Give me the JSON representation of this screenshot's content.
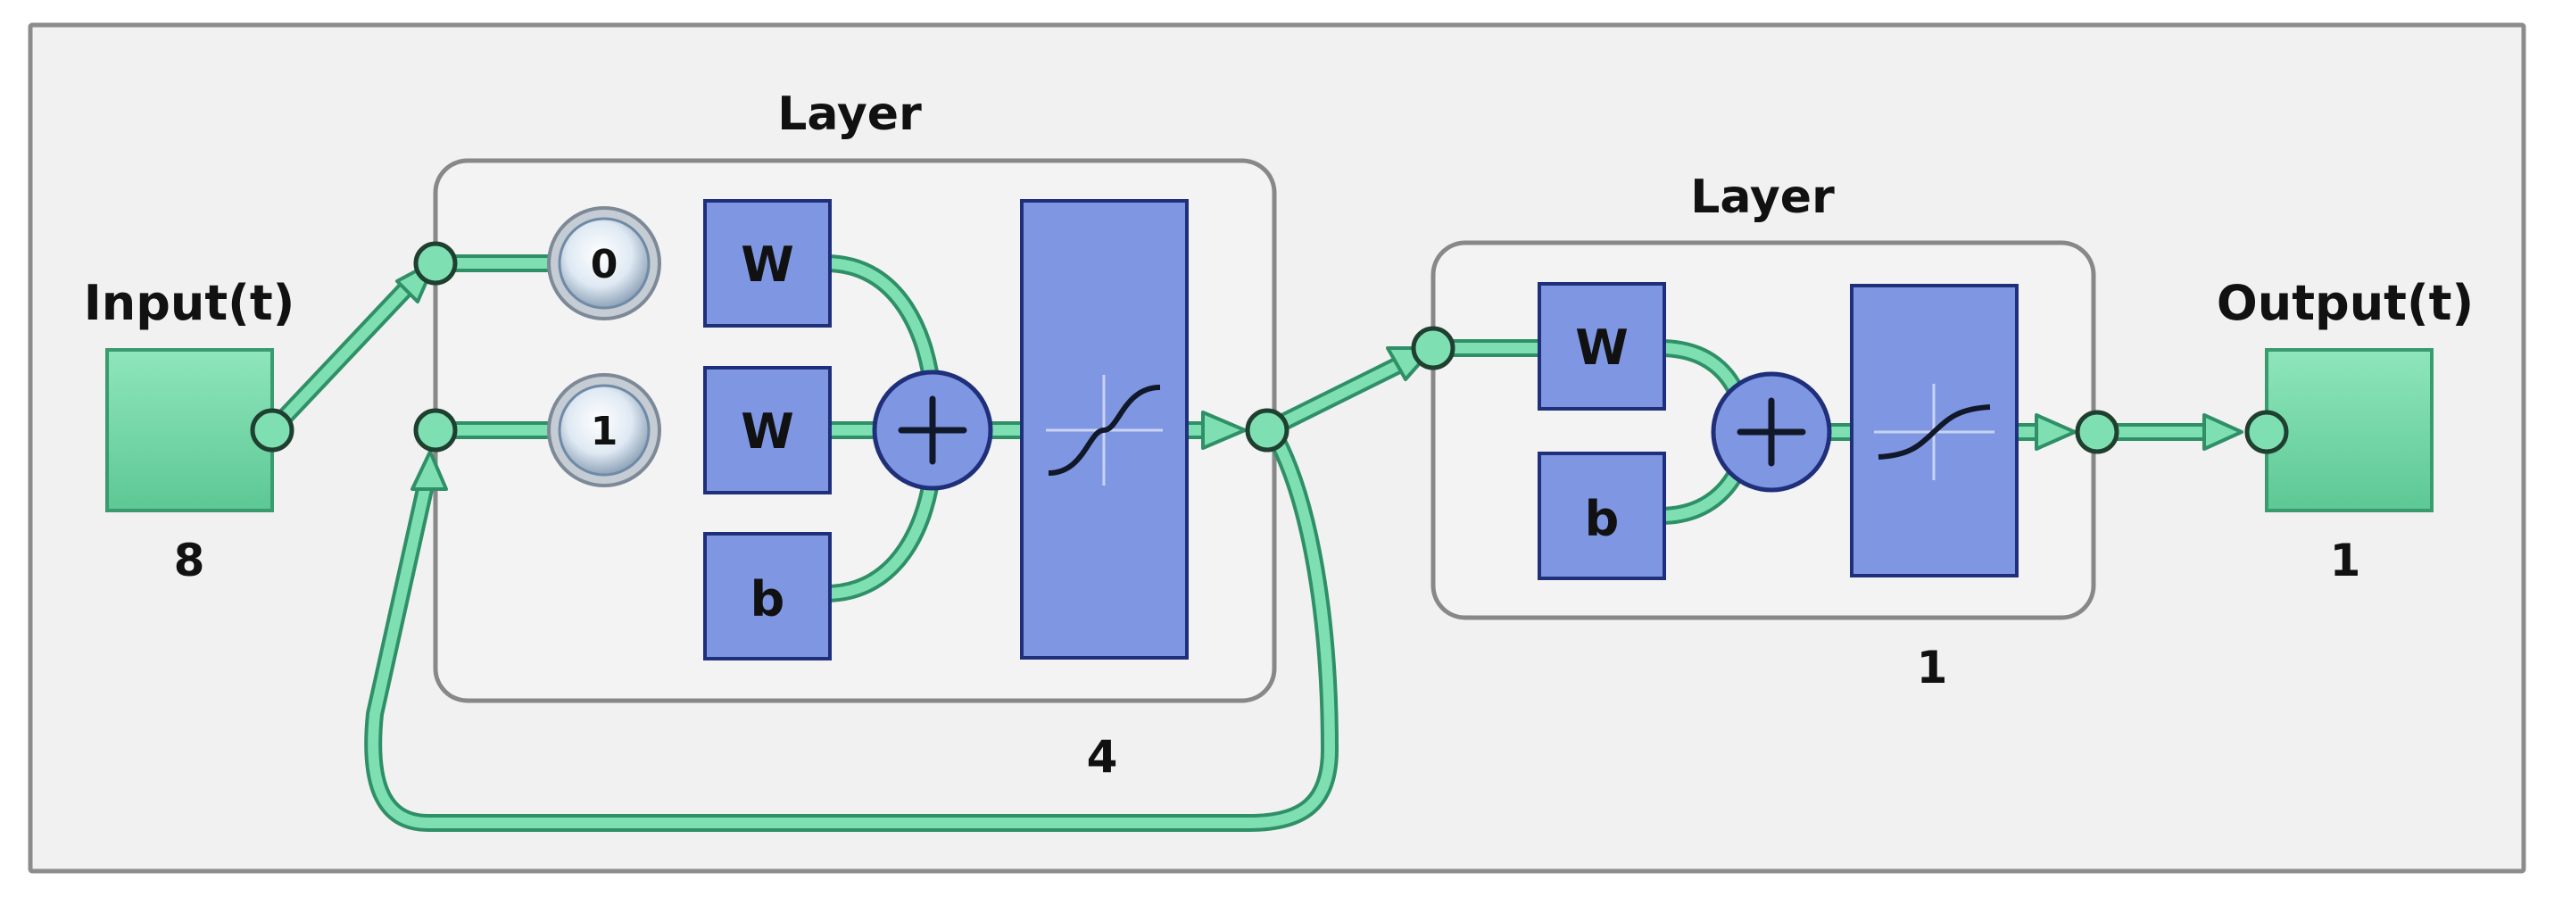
{
  "input": {
    "label": "Input(t)",
    "size": "8"
  },
  "output": {
    "label": "Output(t)",
    "size": "1"
  },
  "layer1": {
    "title": "Layer",
    "size": "4",
    "delay_top": "0",
    "delay_bottom": "1",
    "weight_top": "W",
    "weight_bottom": "W",
    "bias": "b"
  },
  "layer2": {
    "title": "Layer",
    "size": "1",
    "weight": "W",
    "bias": "b"
  },
  "colors": {
    "wire": "#6cd9a6",
    "wire_dark": "#2f8f66",
    "block": "#7f97e3",
    "block_border": "#1f2f7a",
    "io_box": "#7ddcaa",
    "frame_border": "#8c8c8c",
    "frame_bg": "#f1f1f1"
  }
}
